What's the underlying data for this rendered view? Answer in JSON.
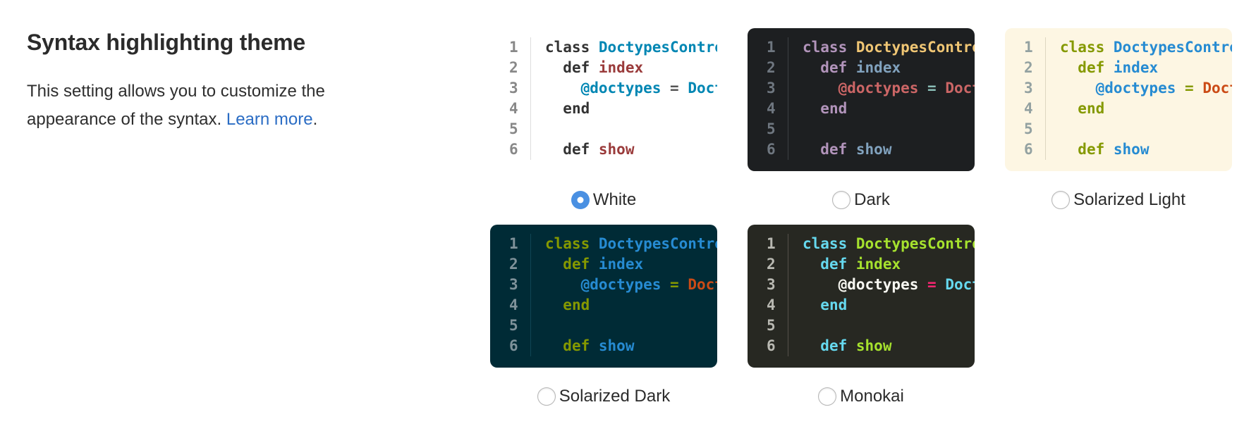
{
  "section": {
    "title": "Syntax highlighting theme",
    "description_line1": "This setting allows you to customize the",
    "description_line2": "appearance of the syntax. ",
    "learn_more_label": "Learn more",
    "after_link_text": "."
  },
  "link_color": "#2a6cc4",
  "code_preview": {
    "line_numbers": [
      "1",
      "2",
      "3",
      "4",
      "5",
      "6"
    ],
    "lines": [
      [
        {
          "t": "k",
          "v": "class"
        },
        {
          "t": "p",
          "v": " "
        },
        {
          "t": "nc",
          "v": "DoctypesController"
        }
      ],
      [
        {
          "t": "p",
          "v": "  "
        },
        {
          "t": "k",
          "v": "def"
        },
        {
          "t": "p",
          "v": " "
        },
        {
          "t": "nf",
          "v": "index"
        }
      ],
      [
        {
          "t": "p",
          "v": "    "
        },
        {
          "t": "vi",
          "v": "@doctypes"
        },
        {
          "t": "p",
          "v": " "
        },
        {
          "t": "o",
          "v": "="
        },
        {
          "t": "p",
          "v": " "
        },
        {
          "t": "no",
          "v": "Doctype.all"
        }
      ],
      [
        {
          "t": "p",
          "v": "  "
        },
        {
          "t": "k",
          "v": "end"
        }
      ],
      [],
      [
        {
          "t": "p",
          "v": "  "
        },
        {
          "t": "k",
          "v": "def"
        },
        {
          "t": "p",
          "v": " "
        },
        {
          "t": "nf",
          "v": "show"
        }
      ]
    ]
  },
  "themes": [
    {
      "id": "white",
      "label": "White",
      "selected": true,
      "colors": {
        "bg": "#ffffff",
        "ln": "#888888",
        "sep": "#dddddd",
        "p": "#333333",
        "k": "#333333",
        "nc": "#0086b3",
        "nf": "#9a3b3b",
        "vi": "#0086b3",
        "o": "#555555",
        "no": "#0086b3"
      }
    },
    {
      "id": "dark",
      "label": "Dark",
      "selected": false,
      "colors": {
        "bg": "#1d1f21",
        "ln": "#6f7780",
        "sep": "#3c4043",
        "p": "#c5c8c6",
        "k": "#b294bb",
        "nc": "#f0c674",
        "nf": "#81a2be",
        "vi": "#cc6666",
        "o": "#8abeb7",
        "no": "#cc6666"
      }
    },
    {
      "id": "solarized-light",
      "label": "Solarized Light",
      "selected": false,
      "colors": {
        "bg": "#fdf6e3",
        "ln": "#93a1a1",
        "sep": "#ddd6c1",
        "p": "#586e75",
        "k": "#859900",
        "nc": "#268bd2",
        "nf": "#268bd2",
        "vi": "#268bd2",
        "o": "#859900",
        "no": "#cb4b16"
      }
    },
    {
      "id": "solarized-dark",
      "label": "Solarized Dark",
      "selected": false,
      "colors": {
        "bg": "#002b36",
        "ln": "#7f929a",
        "sep": "#0f4554",
        "p": "#93a1a1",
        "k": "#859900",
        "nc": "#268bd2",
        "nf": "#268bd2",
        "vi": "#268bd2",
        "o": "#859900",
        "no": "#cb4b16"
      }
    },
    {
      "id": "monokai",
      "label": "Monokai",
      "selected": false,
      "colors": {
        "bg": "#272822",
        "ln": "#b9b9b2",
        "sep": "#55504a",
        "p": "#f8f8f2",
        "k": "#66d9ef",
        "nc": "#a6e22e",
        "nf": "#a6e22e",
        "vi": "#f8f8f2",
        "o": "#f92672",
        "no": "#66d9ef"
      }
    }
  ],
  "radio_style": {
    "selected_fill": "#4a90e2",
    "unselected_border": "#b5b5b5"
  }
}
